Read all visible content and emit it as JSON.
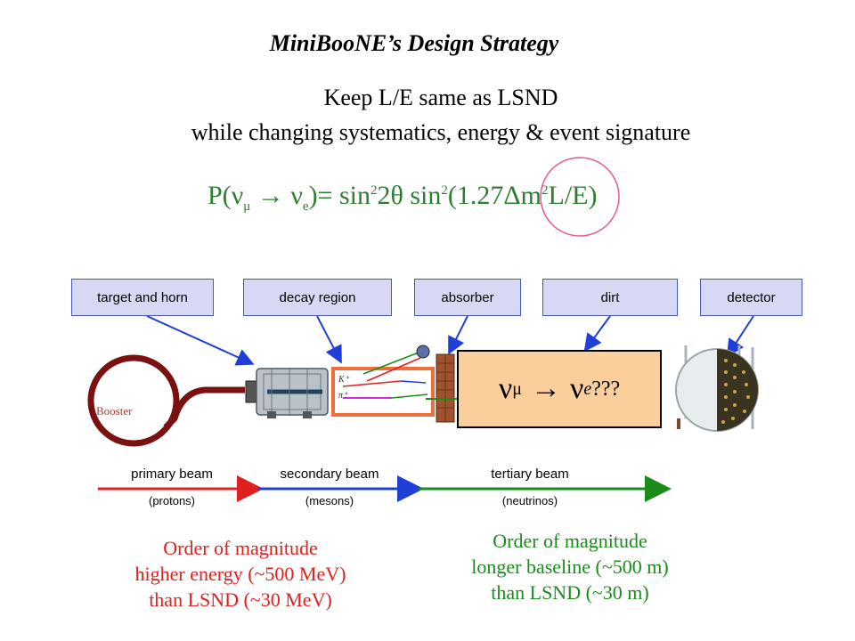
{
  "title": "MiniBooNE’s Design Strategy",
  "subtitle_line1": "Keep L/E same as LSND",
  "subtitle_line2": "while changing systematics, energy & event signature",
  "formula": {
    "p_open": "P(",
    "nu1": "ν",
    "sub1": "μ",
    "arrow": "→",
    "nu2": "ν",
    "sub2": "e",
    "close_eq": ")= sin",
    "sup_a": "2",
    "mid_a": "2θ sin",
    "sup_b": "2",
    "mid_b": "(1.27Δm",
    "sup_c": "2",
    "end": "L/E)"
  },
  "boxes": {
    "target": "target and horn",
    "decay": "decay region",
    "absorber": "absorber",
    "dirt": "dirt",
    "detector": "detector"
  },
  "booster_label": "Booster",
  "meson_labels": {
    "k": "K⁺",
    "pi": "π⁺"
  },
  "oscillation": {
    "nu_mu": "ν",
    "sub_mu": "μ",
    "arrow": "→",
    "nu_e": "ν",
    "sub_e": "e",
    "q": " ???"
  },
  "beams": {
    "primary": "primary beam",
    "primary_sub": "(protons)",
    "secondary": "secondary beam",
    "secondary_sub": "(mesons)",
    "tertiary": "tertiary beam",
    "tertiary_sub": "(neutrinos)"
  },
  "order_left": [
    "Order of magnitude",
    "higher energy (~500 MeV)",
    "than LSND (~30 MeV)"
  ],
  "order_right": [
    "Order of magnitude",
    "longer baseline (~500 m)",
    "than LSND (~30 m)"
  ],
  "colors": {
    "formula": "#2e7d32",
    "box_fill": "#d6d8f4",
    "box_border": "#4b57b5",
    "arrow_blue": "#1f3fd6",
    "red": "#e0201e",
    "green": "#1a8c1a",
    "orange_box": "#fbcf9c",
    "booster": "#7a1010"
  }
}
